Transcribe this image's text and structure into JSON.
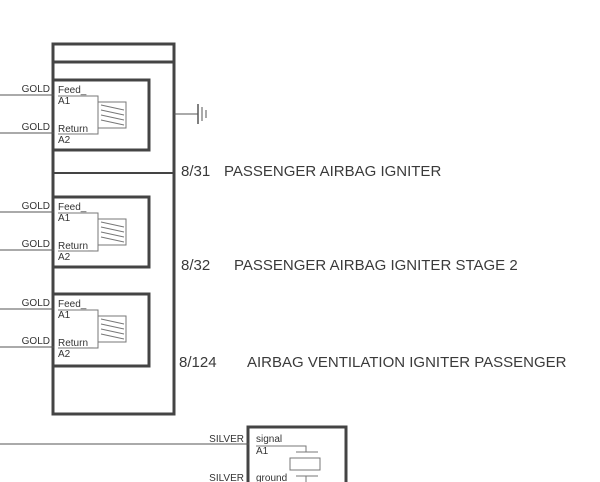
{
  "connector": {
    "components": [
      {
        "code": "8/31",
        "name": "PASSENGER AIRBAG IGNITER",
        "pins": [
          {
            "wire": "GOLD",
            "label": "Feed_",
            "pin": "A1"
          },
          {
            "wire": "GOLD",
            "label": "Return_",
            "pin": "A2"
          }
        ]
      },
      {
        "code": "8/32",
        "name": "PASSENGER AIRBAG IGNITER STAGE 2",
        "pins": [
          {
            "wire": "GOLD",
            "label": "Feed_",
            "pin": "A1"
          },
          {
            "wire": "GOLD",
            "label": "Return_",
            "pin": "A2"
          }
        ]
      },
      {
        "code": "8/124",
        "name": "AIRBAG VENTILATION IGNITER PASSENGER",
        "pins": [
          {
            "wire": "GOLD",
            "label": "Feed_",
            "pin": "A1"
          },
          {
            "wire": "GOLD",
            "label": "Return_",
            "pin": "A2"
          }
        ]
      }
    ]
  },
  "sensor": {
    "pins": [
      {
        "wire": "SILVER",
        "label": "signal",
        "pin": "A1"
      },
      {
        "wire": "SILVER",
        "label": "ground",
        "pin": ""
      }
    ]
  }
}
